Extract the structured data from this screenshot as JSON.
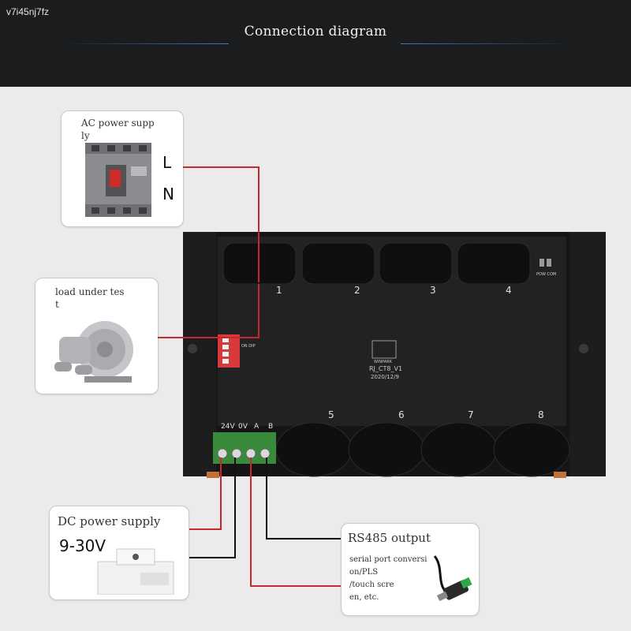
{
  "watermark": "v7i45nj7fz",
  "header": {
    "title": "Connection diagram"
  },
  "ac_box": {
    "label": "AC power supp\nly",
    "line_l": "L",
    "line_n": "N"
  },
  "load_box": {
    "label": "load under tes\nt"
  },
  "dc_box": {
    "label": "DC power supply",
    "voltage": "9-30V"
  },
  "rs485_box": {
    "title": "RS485 output",
    "desc": "serial port conversi\non/PLS\n/touch scre\nen, etc."
  },
  "board": {
    "channels_top": [
      "1",
      "2",
      "3",
      "4"
    ],
    "channels_bottom": [
      "5",
      "6",
      "7",
      "8"
    ],
    "terminals": [
      "24V",
      "0V",
      "A",
      "B"
    ],
    "pcb_brand": "WINPARK",
    "pcb_model": "RJ_CT8_V1",
    "pcb_date": "2020/12/9",
    "leds": "POW COM",
    "dip_label": "ON DIP"
  },
  "colors": {
    "wire_red": "#c8282d",
    "wire_black": "#111111",
    "header_bg": "#1b1c1e",
    "accent_blue": "#3a78c8"
  }
}
